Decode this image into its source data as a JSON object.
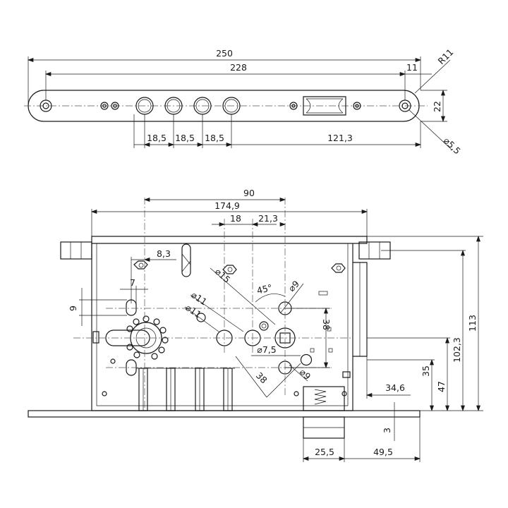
{
  "drawing_title": "",
  "front_plate": {
    "dims": {
      "overall_length": "250",
      "hole_span": "228",
      "edge_offset": "11",
      "end_radius": "R11",
      "plate_width": "22",
      "hole_diameter": "⌀5,5",
      "pitch_1": "18,5",
      "pitch_2": "18,5",
      "pitch_3": "18,5",
      "to_end_hole": "121,3"
    }
  },
  "lock_body": {
    "dims": {
      "backset": "90",
      "depth": "174,9",
      "dist_18": "18",
      "dist_21_3": "21,3",
      "offset_8_3": "8,3",
      "offset_7": "7",
      "offset_9": "9",
      "dia_11_a": "⌀11",
      "dia_11_b": "⌀11",
      "dia_15": "⌀15",
      "angle_45": "45°",
      "dia_9_top": "⌀9",
      "spacing_38_v": "38",
      "dia_7_5": "⌀7,5",
      "dia_9_bottom": "⌀9",
      "spacing_38_diag": "38",
      "height_113": "113",
      "height_102_3": "102,3",
      "height_47": "47",
      "height_35": "35",
      "width_34_6": "34,6",
      "bolt_3": "3",
      "bolt_25_5": "25,5",
      "bolt_49_5": "49,5"
    }
  }
}
